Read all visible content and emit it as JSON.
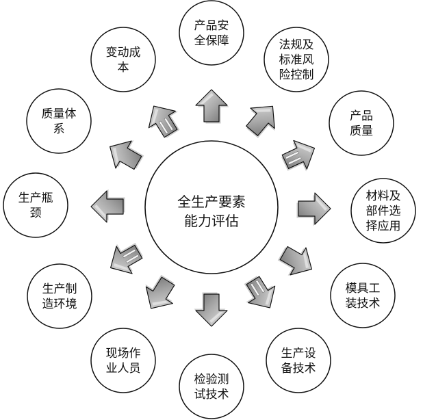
{
  "center": {
    "lines": [
      "全生产要素",
      "能力评估"
    ]
  },
  "nodes": [
    {
      "id": "product-safety",
      "lines": [
        "产品安",
        "全保障"
      ]
    },
    {
      "id": "regulation-risk",
      "lines": [
        "法规及",
        "标准风",
        "险控制"
      ]
    },
    {
      "id": "product-quality",
      "lines": [
        "产品",
        "质量"
      ]
    },
    {
      "id": "material-selection",
      "lines": [
        "材料及",
        "部件选",
        "择应用"
      ]
    },
    {
      "id": "tooling-tech",
      "lines": [
        "模具工",
        "装技术"
      ]
    },
    {
      "id": "equipment-tech",
      "lines": [
        "生产设",
        "备技术"
      ]
    },
    {
      "id": "testing-tech",
      "lines": [
        "检验测",
        "试技术"
      ]
    },
    {
      "id": "onsite-staff",
      "lines": [
        "现场作",
        "业人员"
      ]
    },
    {
      "id": "manufacturing-env",
      "lines": [
        "生产制",
        "造环境"
      ]
    },
    {
      "id": "bottleneck",
      "lines": [
        "生产瓶",
        "颈"
      ]
    },
    {
      "id": "quality-system",
      "lines": [
        "质量体",
        "系"
      ]
    },
    {
      "id": "variable-cost",
      "lines": [
        "变动成",
        "本"
      ]
    }
  ],
  "colors": {
    "stroke": "#111111",
    "node_fill": "#ffffff",
    "arrow_fill": "#a9a9a9",
    "arrow_highlight": "#e4e4e4",
    "arrow_shadow": "#6b6b6b"
  }
}
